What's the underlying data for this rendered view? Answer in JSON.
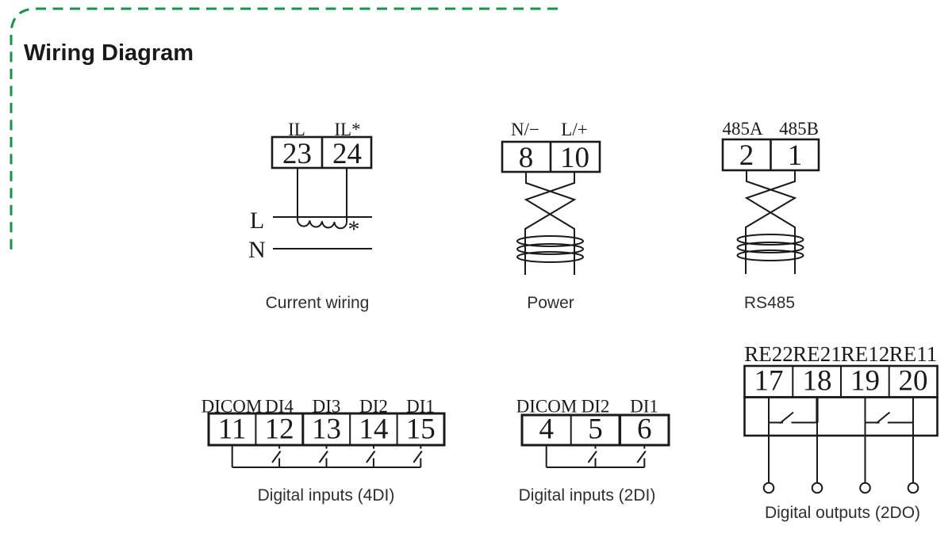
{
  "title": "Wiring Diagram",
  "colors": {
    "accent_green": "#12964a",
    "line_black": "#1a1a1a",
    "caption_gray": "#2e2e2e",
    "background": "#ffffff"
  },
  "diagrams": {
    "current_wiring": {
      "caption": "Current wiring",
      "terminals": [
        {
          "label": "IL",
          "number": "23"
        },
        {
          "label": "IL*",
          "number": "24"
        }
      ],
      "line_label": "L",
      "neutral_label": "N",
      "ct_mark": "*"
    },
    "power": {
      "caption": "Power",
      "terminals": [
        {
          "label": "N/−",
          "number": "8"
        },
        {
          "label": "L/+",
          "number": "10"
        }
      ]
    },
    "rs485": {
      "caption": "RS485",
      "terminals": [
        {
          "label": "485A",
          "number": "2"
        },
        {
          "label": "485B",
          "number": "1"
        }
      ]
    },
    "di4": {
      "caption": "Digital inputs (4DI)",
      "terminals": [
        {
          "label": "DICOM",
          "number": "11"
        },
        {
          "label": "DI4",
          "number": "12"
        },
        {
          "label": "DI3",
          "number": "13"
        },
        {
          "label": "DI2",
          "number": "14"
        },
        {
          "label": "DI1",
          "number": "15"
        }
      ]
    },
    "di2": {
      "caption": "Digital inputs (2DI)",
      "terminals": [
        {
          "label": "DICOM",
          "number": "4"
        },
        {
          "label": "DI2",
          "number": "5"
        },
        {
          "label": "DI1",
          "number": "6"
        }
      ]
    },
    "do2": {
      "caption": "Digital outputs (2DO)",
      "terminals": [
        {
          "label": "RE22",
          "number": "17"
        },
        {
          "label": "RE21",
          "number": "18"
        },
        {
          "label": "RE12",
          "number": "19"
        },
        {
          "label": "RE11",
          "number": "20"
        }
      ]
    }
  }
}
